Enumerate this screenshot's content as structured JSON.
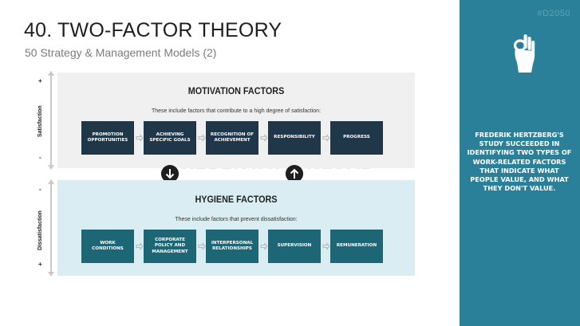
{
  "slide": {
    "title": "40. TWO-FACTOR THEORY",
    "subtitle": "50 Strategy & Management Models (2)",
    "id_tag": "#D2050",
    "watermark": "PRESENTATIONLOAD"
  },
  "sidebar": {
    "icon": "hand-ok-icon",
    "text": "Frederik Hertzberg's study succeeded in identifying two types of work-related factors that indicate what people value, and what they don't value.",
    "background": "#2a8099"
  },
  "axes": {
    "satisfaction": {
      "label": "Satisfaction",
      "top_sign": "+",
      "bottom_sign": "-"
    },
    "dissatisfaction": {
      "label": "Dissatisfaction",
      "top_sign": "-",
      "bottom_sign": "+"
    }
  },
  "motivation": {
    "title": "MOTIVATION FACTORS",
    "description": "These include factors that contribute to a high degree of satisfaction:",
    "factors": [
      "Promotion Opportunities",
      "Achieving Specific Goals",
      "Recognition of Achievement",
      "Responsibility",
      "Progress"
    ],
    "color": "#203649"
  },
  "hygiene": {
    "title": "HYGIENE FACTORS",
    "description": "These include factors that prevent dissatisfaction:",
    "factors": [
      "Work Conditions",
      "Corporate Policy and Management",
      "Interpersonal Relationships",
      "Supervision",
      "Remuneration"
    ],
    "color": "#1d6676"
  },
  "connectors": {
    "down": "arrow-down-icon",
    "up": "arrow-up-icon"
  }
}
